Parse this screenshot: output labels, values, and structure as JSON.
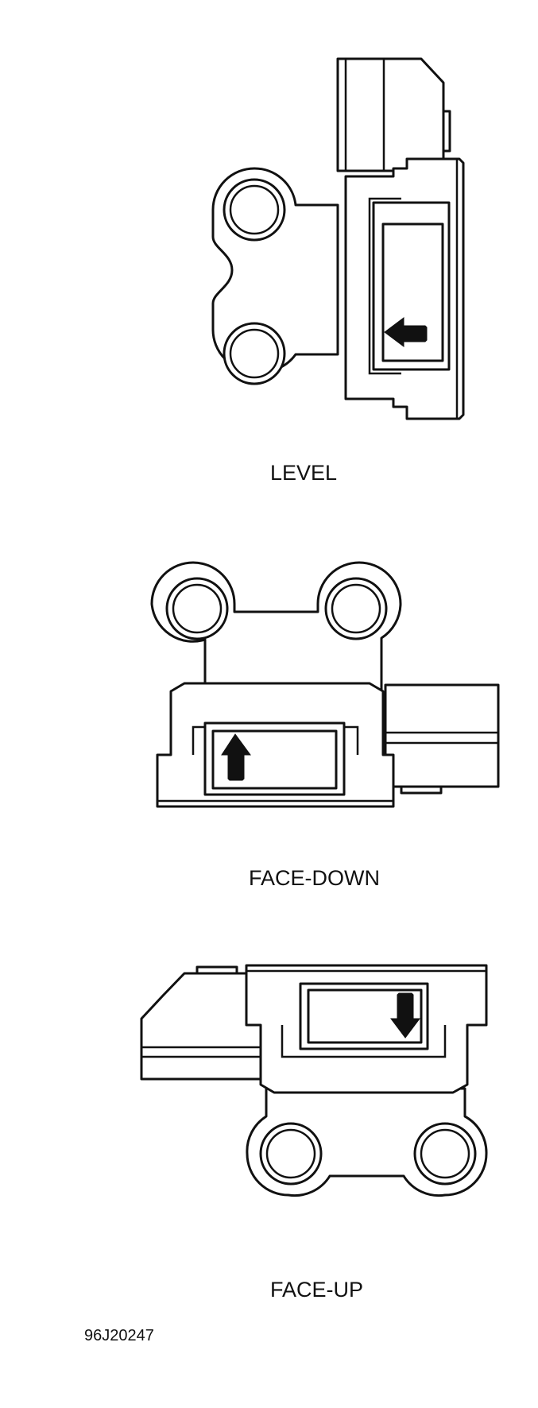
{
  "labels": {
    "level": "LEVEL",
    "face_down": "FACE-DOWN",
    "face_up": "FACE-UP",
    "figure_code": "96J20247"
  },
  "views": [
    {
      "name": "LEVEL",
      "arrow": "left"
    },
    {
      "name": "FACE-DOWN",
      "arrow": "up"
    },
    {
      "name": "FACE-UP",
      "arrow": "down"
    }
  ],
  "colors": {
    "line": "#111111",
    "background": "#ffffff"
  }
}
